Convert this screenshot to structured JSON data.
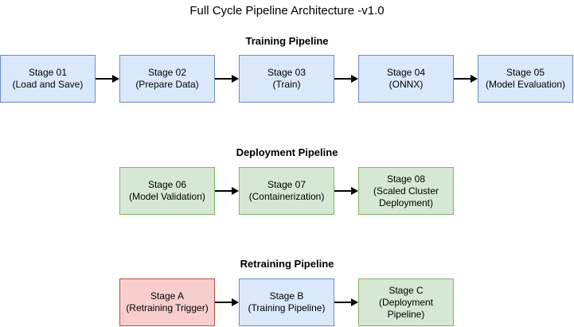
{
  "title": "Full Cycle Pipeline Architecture -v1.0",
  "colors": {
    "blue_fill": "#dae8fc",
    "blue_border": "#6c8ebf",
    "green_fill": "#d5e8d4",
    "green_border": "#82b366",
    "red_fill": "#f8cecc",
    "red_border": "#b85450",
    "arrow": "#000000",
    "background": "#ffffff"
  },
  "pipelines": [
    {
      "label": "Training Pipeline",
      "stages": [
        {
          "name": "Stage 01",
          "detail": "(Load and Save)",
          "color": "blue"
        },
        {
          "name": "Stage 02",
          "detail": "(Prepare Data)",
          "color": "blue"
        },
        {
          "name": "Stage 03",
          "detail": "(Train)",
          "color": "blue"
        },
        {
          "name": "Stage 04",
          "detail": "(ONNX)",
          "color": "blue"
        },
        {
          "name": "Stage 05",
          "detail": "(Model Evaluation)",
          "color": "blue"
        }
      ]
    },
    {
      "label": "Deployment Pipeline",
      "stages": [
        {
          "name": "Stage 06",
          "detail": "(Model Validation)",
          "color": "green"
        },
        {
          "name": "Stage 07",
          "detail": "(Containerization)",
          "color": "green"
        },
        {
          "name": "Stage 08",
          "detail": "(Scaled Cluster Deployment)",
          "color": "green"
        }
      ]
    },
    {
      "label": "Retraining Pipeline",
      "stages": [
        {
          "name": "Stage A",
          "detail": "(Retraining Trigger)",
          "color": "red"
        },
        {
          "name": "Stage B",
          "detail": "(Training Pipeline)",
          "color": "blue"
        },
        {
          "name": "Stage C",
          "detail": "(Deployment Pipeline)",
          "color": "green"
        }
      ]
    }
  ]
}
